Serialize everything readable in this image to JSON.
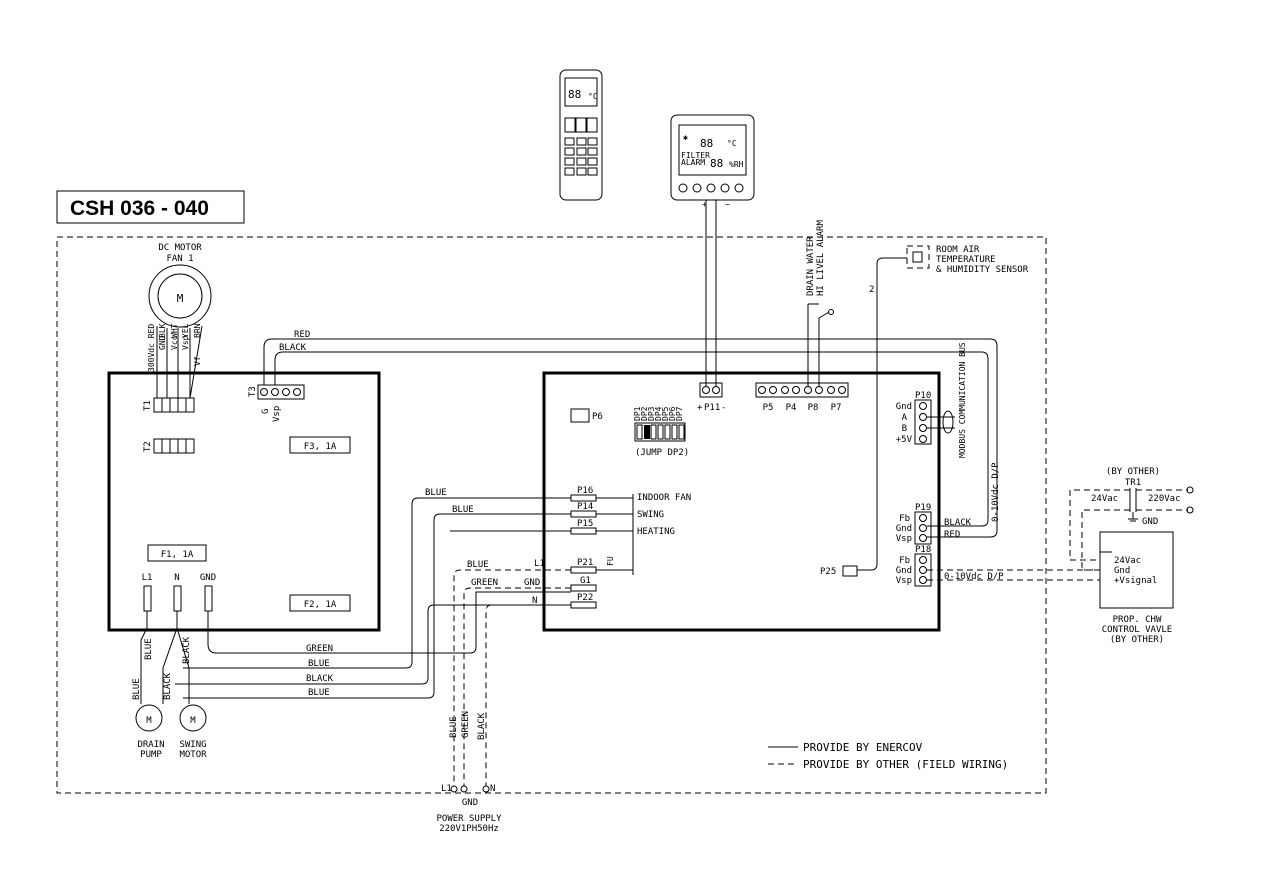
{
  "title": "CSH 036 - 040",
  "fan": {
    "label1": "DC MOTOR",
    "label2": "FAN 1",
    "motor_letter": "M",
    "pins": [
      "300Vdc RED",
      "GND",
      "BLK",
      "Vcc",
      "WHT",
      "Vsp",
      "YEL",
      "Vf",
      "BRN"
    ]
  },
  "board_left": {
    "t1": "T1",
    "t2": "T2",
    "t3": "T3",
    "t3_g": "G",
    "t3_vsp": "Vsp",
    "f1": "F1, 1A",
    "f2": "F2, 1A",
    "f3": "F3, 1A",
    "l1": "L1",
    "n": "N",
    "gnd": "GND"
  },
  "board_right": {
    "p6": "P6",
    "p11": "P11",
    "p11_plus": "+",
    "p11_minus": "-",
    "p5": "P5",
    "p4": "P4",
    "p8": "P8",
    "p7": "P7",
    "jump_pins": [
      "DP1",
      "DP2",
      "DP3",
      "DP4",
      "DP5",
      "DP6",
      "DP7"
    ],
    "jump": "(JUMP DP2)",
    "p16": "P16",
    "p14": "P14",
    "p15": "P15",
    "indoor_fan": "INDOOR FAN",
    "swing": "SWING",
    "heating": "HEATING",
    "p21": "P21",
    "g1": "G1",
    "p22": "P22",
    "l1": "L1",
    "gnd": "GND",
    "n": "N",
    "fu": "FU",
    "p25": "P25",
    "p10": "P10",
    "p10_pins": [
      "Gnd",
      "A",
      "B",
      "+5V"
    ],
    "p19": "P19",
    "p19_pins": [
      "Fb",
      "Gnd",
      "Vsp"
    ],
    "p18": "P18",
    "p18_pins": [
      "Fb",
      "Gnd",
      "Vsp"
    ],
    "modbus": "MODBUS COMMUNICATION BUS"
  },
  "wires": {
    "red": "RED",
    "black": "BLACK",
    "blue": "BLUE",
    "green": "GREEN",
    "zero_ten": "0-10Vdc D/P",
    "two": "2"
  },
  "drain_alarm": {
    "line1": "DRAIN WATER",
    "line2": "HI LIVEL ALARM"
  },
  "sensor": {
    "line1": "ROOM AIR",
    "line2": "TEMPERATURE",
    "line3": "& HUMIDITY SENSOR"
  },
  "remote": {
    "display": "88",
    "unit": "°C"
  },
  "wall_panel": {
    "display1": "88",
    "display2": "88",
    "unit1": "°C",
    "unit2": "%RH",
    "filter": "FILTER",
    "alarm": "ALARM",
    "plus": "+",
    "minus": "−"
  },
  "transformer": {
    "by_other": "(BY OTHER)",
    "tr1": "TR1",
    "v24": "24Vac",
    "v220": "220Vac",
    "gnd": "GND"
  },
  "valve": {
    "pins": [
      "24Vac",
      "Gnd",
      "+Vsignal"
    ],
    "line1": "PROP. CHW",
    "line2": "CONTROL VAVLE",
    "line3": "(BY OTHER)"
  },
  "drain_pump": {
    "line1": "DRAIN",
    "line2": "PUMP",
    "motor_letter": "M"
  },
  "swing_motor": {
    "line1": "SWING",
    "line2": "MOTOR",
    "motor_letter": "M"
  },
  "power": {
    "l1": "L1",
    "n": "N",
    "gnd": "GND",
    "line1": "POWER SUPPLY",
    "line2": "220V1PH50Hz"
  },
  "legend": {
    "solid": "PROVIDE BY ENERCOV",
    "dashed": "PROVIDE BY OTHER (FIELD WIRING)"
  }
}
